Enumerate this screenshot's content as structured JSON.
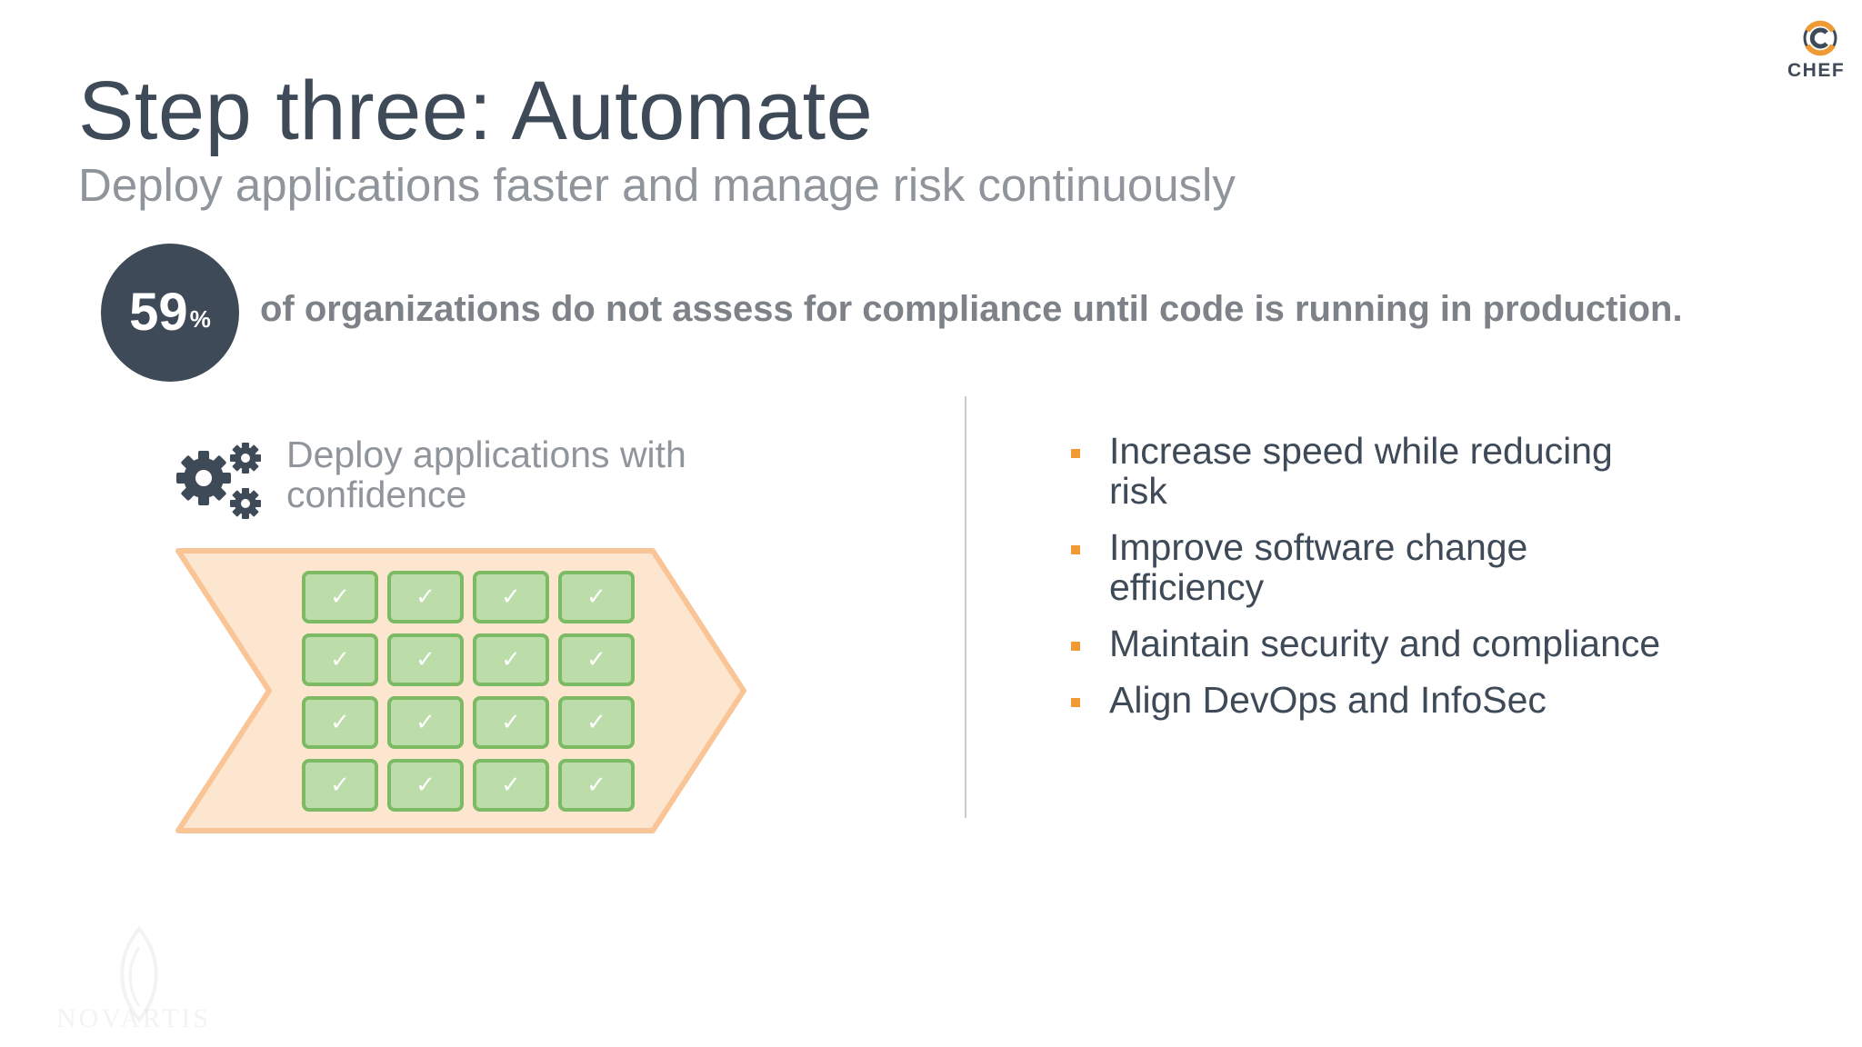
{
  "slide": {
    "title": "Step three: Automate",
    "subtitle": "Deploy applications faster and manage risk continuously"
  },
  "logo": {
    "text": "CHEF",
    "icon": "chef-logo-icon",
    "colors": {
      "orange": "#f09a36",
      "dark": "#3e4a57"
    }
  },
  "stat": {
    "value": "59",
    "unit": "%",
    "text": "of organizations do not assess for compliance until code is running in production."
  },
  "left_panel": {
    "icon": "gears-icon",
    "heading": "Deploy applications with confidence",
    "check_grid": {
      "rows": 4,
      "columns": 4,
      "cell_mark": "✓",
      "cell_icon": "checkmark-icon"
    },
    "chevron_colors": {
      "fill": "#fde6d0",
      "stroke": "#f9c597"
    }
  },
  "bullets": [
    {
      "text": "Increase speed while reducing risk"
    },
    {
      "text": "Improve software change efficiency"
    },
    {
      "text": "Maintain security and compliance"
    },
    {
      "text": "Align DevOps and InfoSec"
    }
  ],
  "watermark": {
    "text": "NOVARTIS",
    "icon": "novartis-logo-icon"
  },
  "theme": {
    "dark": "#3e4a57",
    "gray": "#8f959b",
    "accent": "#f09a36",
    "check_fill": "#bcdcaa",
    "check_border": "#7cba64"
  }
}
